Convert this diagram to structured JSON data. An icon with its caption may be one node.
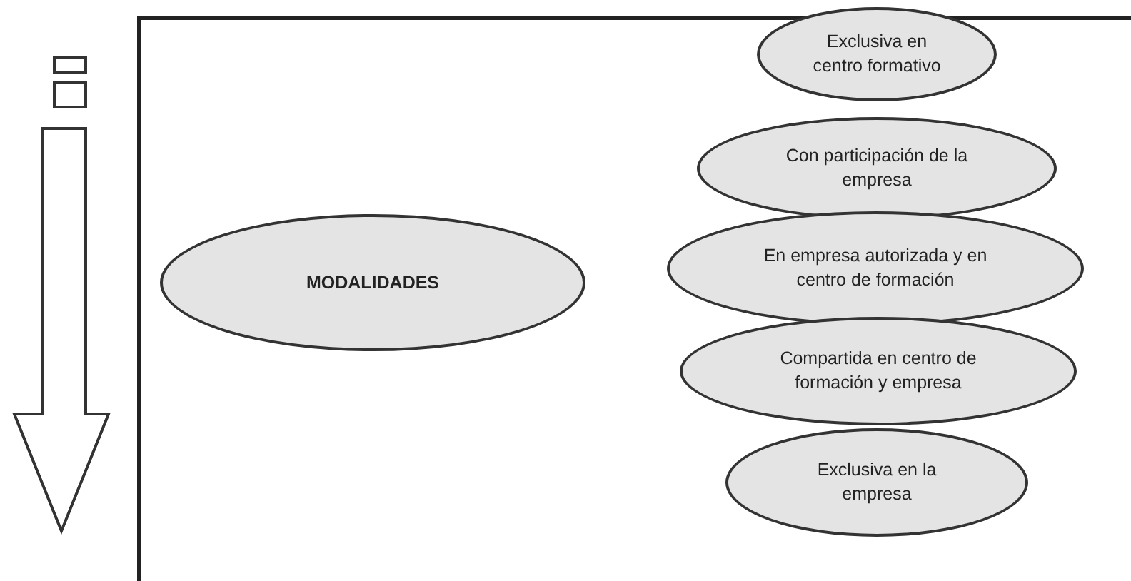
{
  "diagram": {
    "nodes": [
      {
        "text": [
          "MODALIDADES"
        ]
      },
      {
        "text": [
          "Exclusiva en centro formativo"
        ]
      },
      {
        "text": [
          "Con participación de la empresa"
        ]
      },
      {
        "text": [
          "En empresa autorizada y en centro de formación"
        ]
      },
      {
        "text": [
          "Compartida en centro de formación y empresa"
        ]
      },
      {
        "text": [
          "Exclusiva en la empresa"
        ]
      }
    ]
  }
}
